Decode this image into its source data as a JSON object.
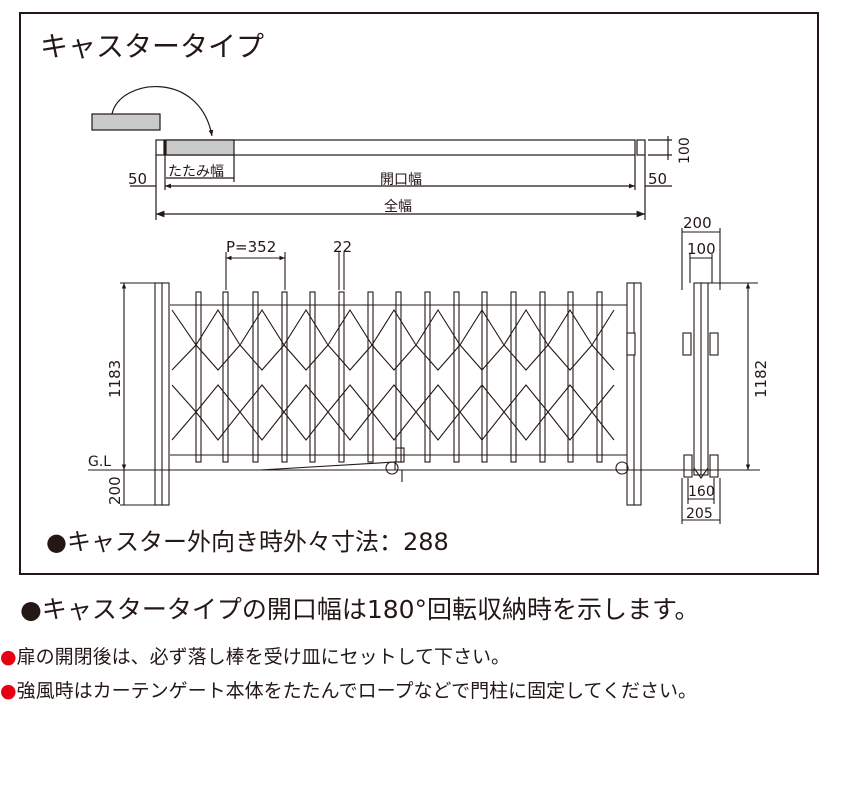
{
  "diagram": {
    "title": "キャスタータイプ",
    "labels": {
      "fold_width": "たたみ幅",
      "opening_width": "開口幅",
      "total_width": "全幅",
      "side_gap": "50",
      "rail_height": "100",
      "pitch": "P=352",
      "bar_width": "22",
      "height_left": "1183",
      "ground": "G.L",
      "below_ground": "200",
      "side_200": "200",
      "side_100": "100",
      "height_right": "1182",
      "base_160": "160",
      "base_205": "205"
    },
    "caster_note": "●キャスター外向き時外々寸法：288"
  },
  "notes": {
    "main": "●キャスタータイプの開口幅は180°回転収納時を示します。",
    "bullet": "●",
    "note1": "扉の開閉後は、必ず落し棒を受け皿にセットして下さい。",
    "note2": "強風時はカーテンゲート本体をたたんでロープなどで門柱に固定してください。"
  },
  "colors": {
    "line": "#231815",
    "fill_gray": "#c9caca",
    "bullet_red": "#e60012"
  }
}
